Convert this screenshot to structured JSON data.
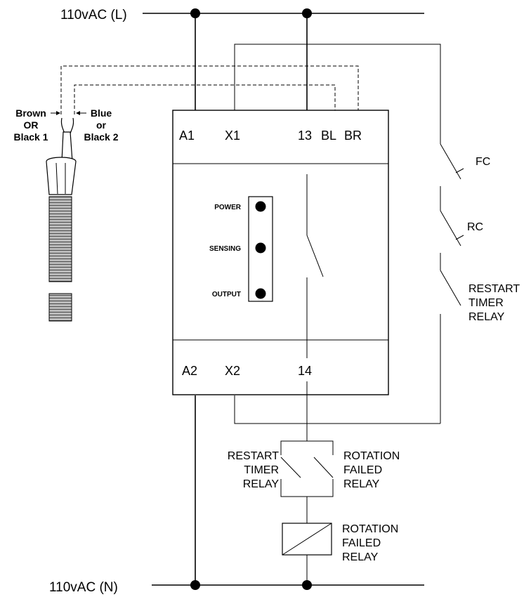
{
  "supply": {
    "line_label": "110vAC (L)",
    "neutral_label": "110vAC (N)"
  },
  "sensor": {
    "brown_label": [
      "Brown",
      "OR",
      "Black 1"
    ],
    "blue_label": [
      "Blue",
      "or",
      "Black 2"
    ]
  },
  "terminals": {
    "a1": "A1",
    "x1": "X1",
    "t13": "13",
    "bl": "BL",
    "br": "BR",
    "a2": "A2",
    "x2": "X2",
    "t14": "14"
  },
  "indicators": {
    "power": "POWER",
    "sensing": "SENSING",
    "output": "OUTPUT"
  },
  "external_contacts": {
    "fc": "FC",
    "rc": "RC",
    "restart_timer_relay": [
      "RESTART",
      "TIMER",
      "RELAY"
    ]
  },
  "output_circuit": {
    "restart_timer_relay": [
      "RESTART",
      "TIMER",
      "RELAY"
    ],
    "rotation_failed_relay_contact": [
      "ROTATION",
      "FAILED",
      "RELAY"
    ],
    "rotation_failed_relay_coil": [
      "ROTATION",
      "FAILED",
      "RELAY"
    ]
  },
  "colors": {
    "ink": "#000000",
    "background": "#ffffff",
    "sensor_thread": "#333333"
  }
}
